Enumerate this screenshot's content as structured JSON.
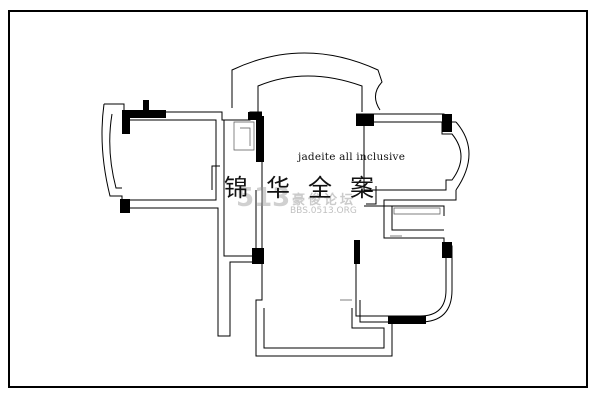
{
  "plan": {
    "title_cn": "锦华全案",
    "subtitle_en": "jadeite all inclusive"
  },
  "watermark": {
    "logo_number": "513",
    "forum_name": "豪俊论坛",
    "url": "BBS.0513.ORG"
  }
}
